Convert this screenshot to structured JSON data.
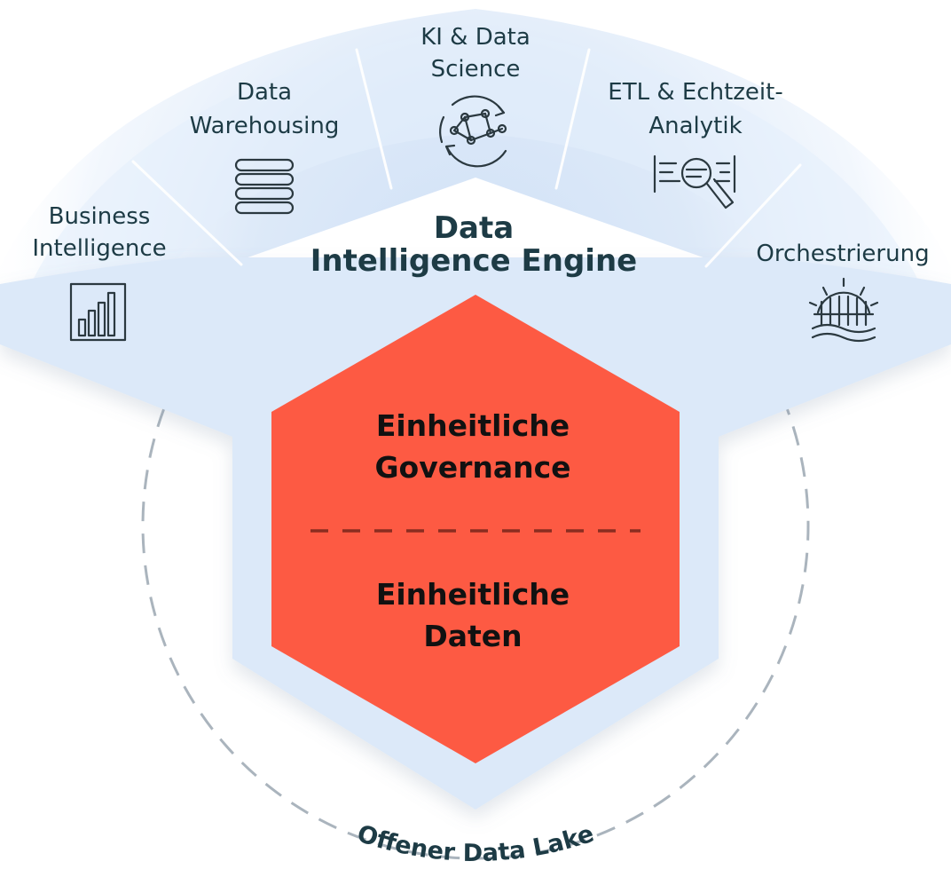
{
  "diagram": {
    "categories": [
      {
        "id": "bi",
        "lines": [
          "Business",
          "Intelligence"
        ],
        "icon": "bar-chart-icon"
      },
      {
        "id": "dw",
        "lines": [
          "Data",
          "Warehousing"
        ],
        "icon": "database-icon"
      },
      {
        "id": "ki",
        "lines": [
          "KI & Data",
          "Science"
        ],
        "icon": "network-cycle-icon"
      },
      {
        "id": "etl",
        "lines": [
          "ETL & Echtzeit-",
          "Analytik"
        ],
        "icon": "data-search-icon"
      },
      {
        "id": "orch",
        "lines": [
          "Orchestrierung"
        ],
        "icon": "gear-workflow-icon"
      }
    ],
    "engine_label": [
      "Data",
      "Intelligence Engine"
    ],
    "core": {
      "top": [
        "Einheitliche",
        "Governance"
      ],
      "bottom": [
        "Einheitliche",
        "Daten"
      ]
    },
    "lake_label": "Offener Data Lake",
    "colors": {
      "core_fill": "#fd5a43",
      "engine_fill": "#dce9f9",
      "text": "#1d3b45",
      "dashes": "#8a2d20",
      "lake_circle": "#aab4bd"
    }
  }
}
